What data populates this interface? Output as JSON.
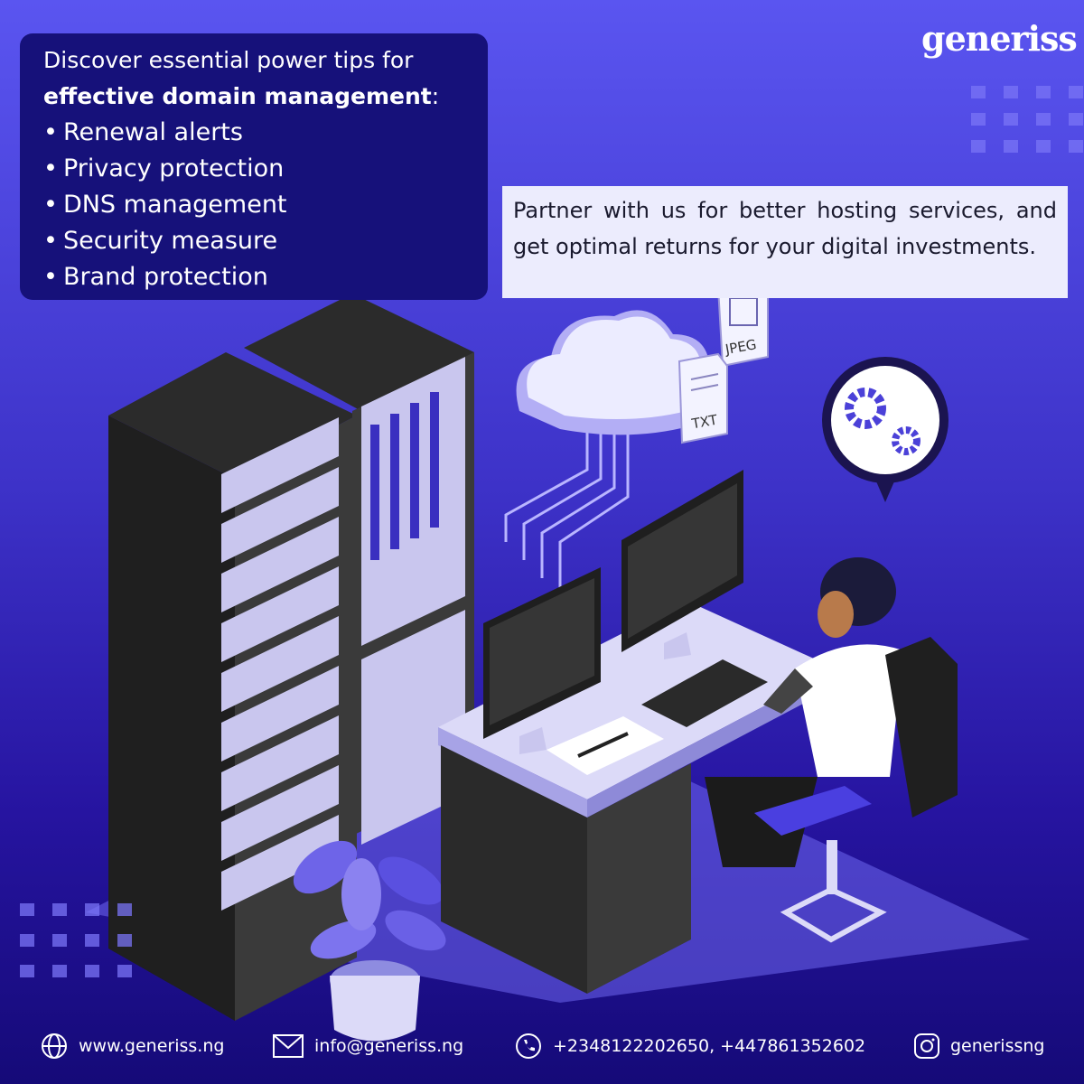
{
  "brand": {
    "logo_text": "generiss"
  },
  "tips": {
    "intro_lead": "Discover essential power tips for",
    "intro_bold": "effective domain management",
    "intro_tail": ":",
    "items": [
      "Renewal alerts",
      "Privacy protection",
      "DNS management",
      "Security measure",
      "Brand protection"
    ]
  },
  "partner": {
    "text": "Partner with us for better hosting services, and get optimal returns for your digital investments."
  },
  "illustration": {
    "file_label_jpeg": "JPEG",
    "file_label_txt": "TXT"
  },
  "footer": {
    "website": "www.generiss.ng",
    "email": "info@generiss.ng",
    "phone": "+2348122202650, +447861352602",
    "social": "generissng"
  },
  "colors": {
    "background_top": "#5a55f0",
    "background_bottom": "#150a78",
    "tips_box": "#16117a",
    "partner_box": "#ececfd",
    "accent": "#4a3fe0"
  },
  "icons": [
    "globe-icon",
    "mail-icon",
    "phone-icon",
    "instagram-icon",
    "cloud-icon",
    "gear-icon",
    "file-icon"
  ]
}
